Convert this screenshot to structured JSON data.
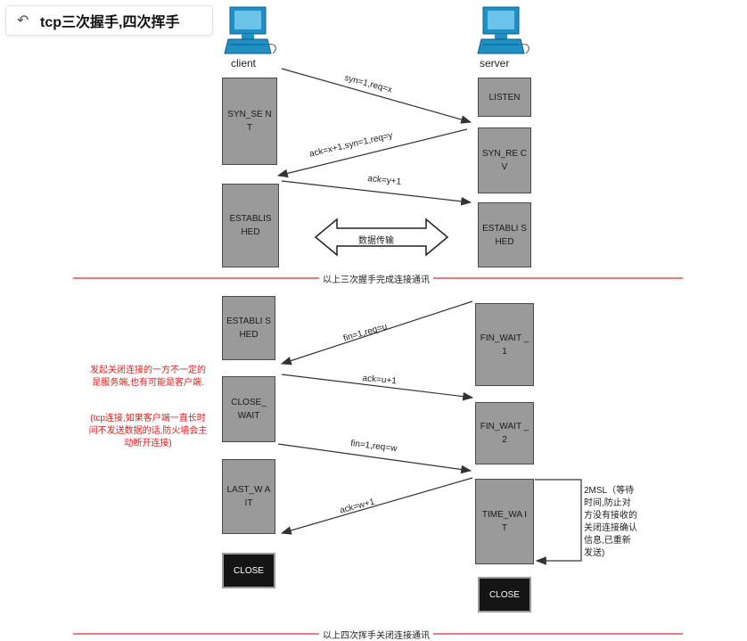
{
  "header": {
    "back_icon": "back-arrow-icon",
    "title": "tcp三次握手,四次挥手"
  },
  "hosts": {
    "client": "client",
    "server": "server"
  },
  "handshake": {
    "client_states": [
      "SYN_SE NT",
      "ESTABLIS HED"
    ],
    "server_states": [
      "LISTEN",
      "SYN_RE CV",
      "ESTABLI SHED"
    ],
    "messages": [
      "syn=1,req=x",
      "ack=x+1,syn=1,req=y",
      "ack=y+1"
    ],
    "data_transfer": "数据传输",
    "divider": "以上三次握手完成连接通讯"
  },
  "wave": {
    "client_states": [
      "ESTABLI SHED",
      "CLOSE_ WAIT",
      "LAST_W AIT",
      "CLOSE"
    ],
    "server_states": [
      "FIN_WAIT _1",
      "FIN_WAIT _2",
      "TIME_WA IT",
      "CLOSE"
    ],
    "messages": [
      "fin=1,req=u",
      "ack=u+1",
      "fin=1,req=w",
      "ack=w+1"
    ],
    "note_red_1": "发起关闭连接的一方不一定的是服务端,也有可能是客户端.",
    "note_red_2": "(tcp连接,如果客户端一直长时间不发送数据的话,防火墙会主动断开连接)",
    "note_2msl": "2MSL（等待时间,防止对方没有接收的关闭连接确认信息,已重新发送)",
    "divider": "以上四次挥手关闭连接通讯"
  },
  "colors": {
    "box": "#9a9a9a",
    "dark_box": "#151515",
    "divider": "#d9302f",
    "note_red": "#e02020",
    "monitor": "#1f8fc4"
  }
}
